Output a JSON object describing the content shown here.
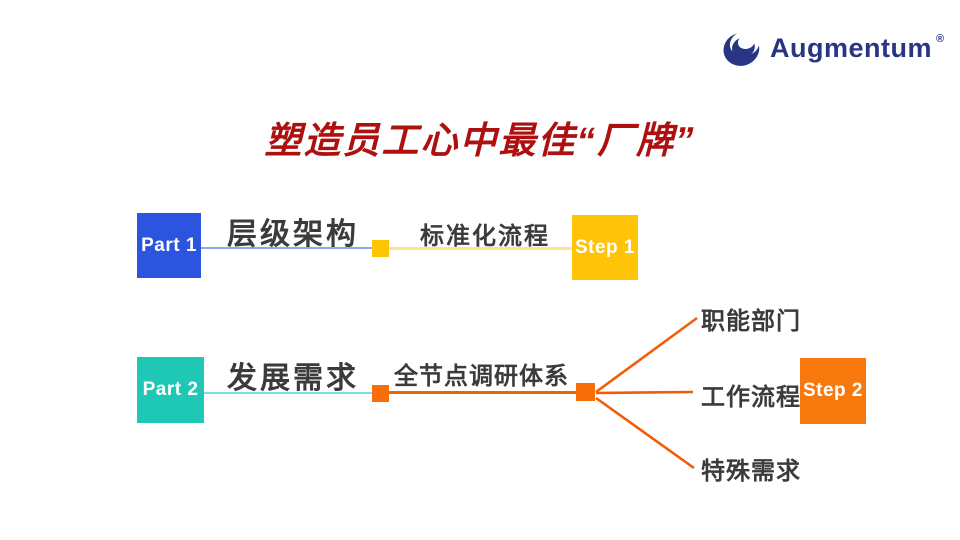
{
  "logo": {
    "brand": "Augmentum",
    "registered": "®",
    "icon": "swirl-logo-icon",
    "color": "#283583"
  },
  "title": "塑造员工心中最佳“厂牌”",
  "title_color": "#AE0F0F",
  "rows": [
    {
      "part_label": "Part 1",
      "part_color": "#2B55DE",
      "part_topic": "层级架构",
      "step_topic": "标准化流程",
      "step_label": "Step 1",
      "step_color": "#FFC408",
      "connector_color": "#FFC404",
      "line_left_color": "#84ACF4",
      "line_right_color": "#FFE48F"
    },
    {
      "part_label": "Part 2",
      "part_color": "#1EC8B4",
      "part_topic": "发展需求",
      "step_topic": "全节点调研体系",
      "step_label": "Step 2",
      "step_color": "#F7790D",
      "connector_color": "#F76D07",
      "line_left_color": "#7FDFD6",
      "line_right_color": "#EE6602",
      "branches": [
        "职能部门",
        "工作流程",
        "特殊需求"
      ]
    }
  ],
  "text_color": "#3B3B3B"
}
